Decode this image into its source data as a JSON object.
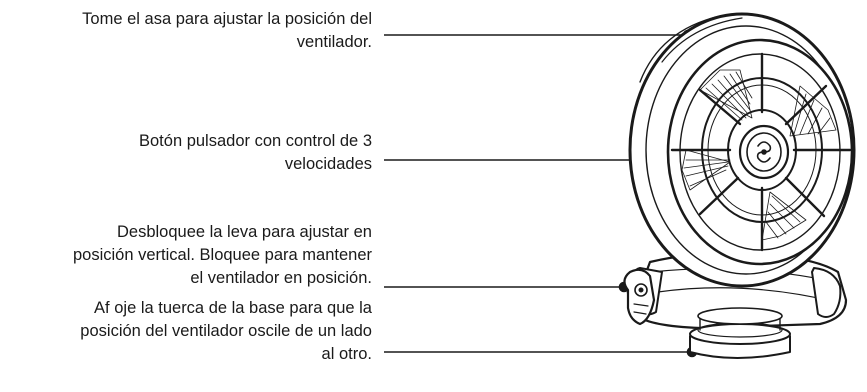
{
  "callouts": [
    {
      "id": "handle",
      "lines": [
        "Tome el asa para ajustar la posición del",
        "ventilador."
      ]
    },
    {
      "id": "speed-button",
      "lines": [
        "Botón pulsador con control de 3",
        "velocidades"
      ]
    },
    {
      "id": "tilt-cam",
      "lines": [
        "Desbloquee la leva para ajustar en",
        "posición vertical. Bloquee para mantener",
        "el ventilador en posición."
      ]
    },
    {
      "id": "base-nut",
      "lines": [
        "Af oje la tuerca de la base para que la",
        "posición del ventilador oscile de un lado",
        "al otro."
      ]
    }
  ],
  "colors": {
    "ink": "#1a1a1a",
    "background": "#ffffff"
  },
  "icons": [
    "fan-illustration",
    "fan-logo-icon"
  ]
}
